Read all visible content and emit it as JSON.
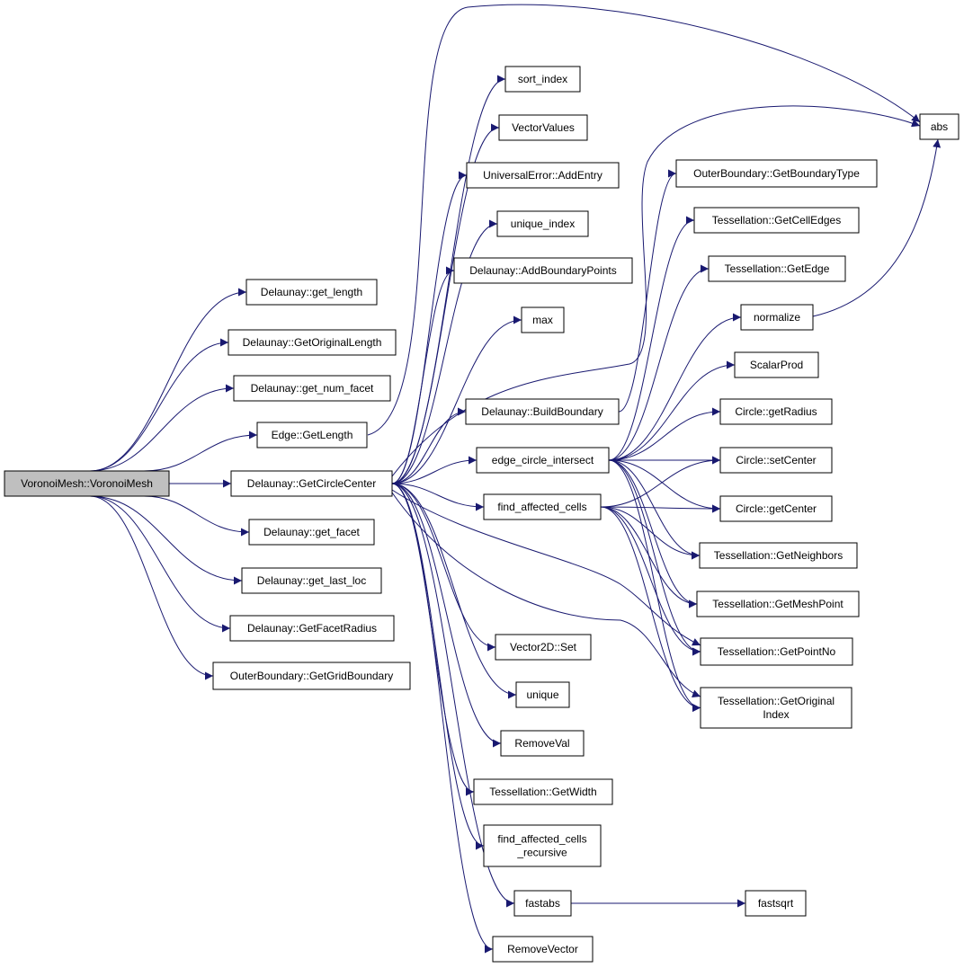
{
  "colors": {
    "edge": "#191970",
    "root_fill": "#bfbfbf",
    "node_fill": "#ffffff",
    "border": "#000000"
  },
  "nodes": [
    {
      "id": "root",
      "lines": [
        "VoronoiMesh::VoronoiMesh"
      ]
    },
    {
      "id": "get_length",
      "lines": [
        "Delaunay::get_length"
      ]
    },
    {
      "id": "GetOriginalLength",
      "lines": [
        "Delaunay::GetOriginalLength"
      ]
    },
    {
      "id": "get_num_facet",
      "lines": [
        "Delaunay::get_num_facet"
      ]
    },
    {
      "id": "Edge_GetLength",
      "lines": [
        "Edge::GetLength"
      ]
    },
    {
      "id": "GetCircleCenter",
      "lines": [
        "Delaunay::GetCircleCenter"
      ]
    },
    {
      "id": "get_facet",
      "lines": [
        "Delaunay::get_facet"
      ]
    },
    {
      "id": "get_last_loc",
      "lines": [
        "Delaunay::get_last_loc"
      ]
    },
    {
      "id": "GetFacetRadius",
      "lines": [
        "Delaunay::GetFacetRadius"
      ]
    },
    {
      "id": "GetGridBoundary",
      "lines": [
        "OuterBoundary::GetGridBoundary"
      ]
    },
    {
      "id": "sort_index",
      "lines": [
        "sort_index"
      ]
    },
    {
      "id": "VectorValues",
      "lines": [
        "VectorValues"
      ]
    },
    {
      "id": "AddEntry",
      "lines": [
        "UniversalError::AddEntry"
      ]
    },
    {
      "id": "unique_index",
      "lines": [
        "unique_index"
      ]
    },
    {
      "id": "AddBoundaryPoints",
      "lines": [
        "Delaunay::AddBoundaryPoints"
      ]
    },
    {
      "id": "max",
      "lines": [
        "max"
      ]
    },
    {
      "id": "BuildBoundary",
      "lines": [
        "Delaunay::BuildBoundary"
      ]
    },
    {
      "id": "edge_circle_intersect",
      "lines": [
        "edge_circle_intersect"
      ]
    },
    {
      "id": "find_affected_cells",
      "lines": [
        "find_affected_cells"
      ]
    },
    {
      "id": "Vector2D_Set",
      "lines": [
        "Vector2D::Set"
      ]
    },
    {
      "id": "unique",
      "lines": [
        "unique"
      ]
    },
    {
      "id": "RemoveVal",
      "lines": [
        "RemoveVal"
      ]
    },
    {
      "id": "GetWidth",
      "lines": [
        "Tessellation::GetWidth"
      ]
    },
    {
      "id": "find_affected_cells_recursive",
      "lines": [
        "find_affected_cells",
        "_recursive"
      ]
    },
    {
      "id": "fastabs",
      "lines": [
        "fastabs"
      ]
    },
    {
      "id": "RemoveVector",
      "lines": [
        "RemoveVector"
      ]
    },
    {
      "id": "abs",
      "lines": [
        "abs"
      ]
    },
    {
      "id": "GetBoundaryType",
      "lines": [
        "OuterBoundary::GetBoundaryType"
      ]
    },
    {
      "id": "GetCellEdges",
      "lines": [
        "Tessellation::GetCellEdges"
      ]
    },
    {
      "id": "GetEdge",
      "lines": [
        "Tessellation::GetEdge"
      ]
    },
    {
      "id": "normalize",
      "lines": [
        "normalize"
      ]
    },
    {
      "id": "ScalarProd",
      "lines": [
        "ScalarProd"
      ]
    },
    {
      "id": "getRadius",
      "lines": [
        "Circle::getRadius"
      ]
    },
    {
      "id": "setCenter",
      "lines": [
        "Circle::setCenter"
      ]
    },
    {
      "id": "getCenter",
      "lines": [
        "Circle::getCenter"
      ]
    },
    {
      "id": "GetNeighbors",
      "lines": [
        "Tessellation::GetNeighbors"
      ]
    },
    {
      "id": "GetMeshPoint",
      "lines": [
        "Tessellation::GetMeshPoint"
      ]
    },
    {
      "id": "GetPointNo",
      "lines": [
        "Tessellation::GetPointNo"
      ]
    },
    {
      "id": "GetOriginalIndex",
      "lines": [
        "Tessellation::GetOriginal",
        "Index"
      ]
    },
    {
      "id": "fastsqrt",
      "lines": [
        "fastsqrt"
      ]
    }
  ],
  "edges": [
    [
      "root",
      "get_length"
    ],
    [
      "root",
      "GetOriginalLength"
    ],
    [
      "root",
      "get_num_facet"
    ],
    [
      "root",
      "Edge_GetLength"
    ],
    [
      "root",
      "GetCircleCenter"
    ],
    [
      "root",
      "get_facet"
    ],
    [
      "root",
      "get_last_loc"
    ],
    [
      "root",
      "GetFacetRadius"
    ],
    [
      "root",
      "GetGridBoundary"
    ],
    [
      "Edge_GetLength",
      "abs"
    ],
    [
      "GetCircleCenter",
      "sort_index"
    ],
    [
      "GetCircleCenter",
      "VectorValues"
    ],
    [
      "GetCircleCenter",
      "AddEntry"
    ],
    [
      "GetCircleCenter",
      "unique_index"
    ],
    [
      "GetCircleCenter",
      "AddBoundaryPoints"
    ],
    [
      "GetCircleCenter",
      "max"
    ],
    [
      "GetCircleCenter",
      "abs"
    ],
    [
      "GetCircleCenter",
      "BuildBoundary"
    ],
    [
      "GetCircleCenter",
      "edge_circle_intersect"
    ],
    [
      "GetCircleCenter",
      "find_affected_cells"
    ],
    [
      "GetCircleCenter",
      "Vector2D_Set"
    ],
    [
      "GetCircleCenter",
      "unique"
    ],
    [
      "GetCircleCenter",
      "RemoveVal"
    ],
    [
      "GetCircleCenter",
      "GetWidth"
    ],
    [
      "GetCircleCenter",
      "find_affected_cells_recursive"
    ],
    [
      "GetCircleCenter",
      "fastabs"
    ],
    [
      "GetCircleCenter",
      "RemoveVector"
    ],
    [
      "GetCircleCenter",
      "GetPointNo"
    ],
    [
      "GetCircleCenter",
      "GetOriginalIndex"
    ],
    [
      "BuildBoundary",
      "GetBoundaryType"
    ],
    [
      "edge_circle_intersect",
      "GetCellEdges"
    ],
    [
      "edge_circle_intersect",
      "GetEdge"
    ],
    [
      "edge_circle_intersect",
      "normalize"
    ],
    [
      "edge_circle_intersect",
      "ScalarProd"
    ],
    [
      "edge_circle_intersect",
      "getRadius"
    ],
    [
      "edge_circle_intersect",
      "setCenter"
    ],
    [
      "edge_circle_intersect",
      "getCenter"
    ],
    [
      "edge_circle_intersect",
      "GetNeighbors"
    ],
    [
      "edge_circle_intersect",
      "GetMeshPoint"
    ],
    [
      "edge_circle_intersect",
      "GetPointNo"
    ],
    [
      "edge_circle_intersect",
      "GetOriginalIndex"
    ],
    [
      "normalize",
      "abs"
    ],
    [
      "find_affected_cells",
      "setCenter"
    ],
    [
      "find_affected_cells",
      "getCenter"
    ],
    [
      "find_affected_cells",
      "GetNeighbors"
    ],
    [
      "find_affected_cells",
      "GetMeshPoint"
    ],
    [
      "find_affected_cells",
      "GetPointNo"
    ],
    [
      "find_affected_cells",
      "GetOriginalIndex"
    ],
    [
      "fastabs",
      "fastsqrt"
    ]
  ]
}
